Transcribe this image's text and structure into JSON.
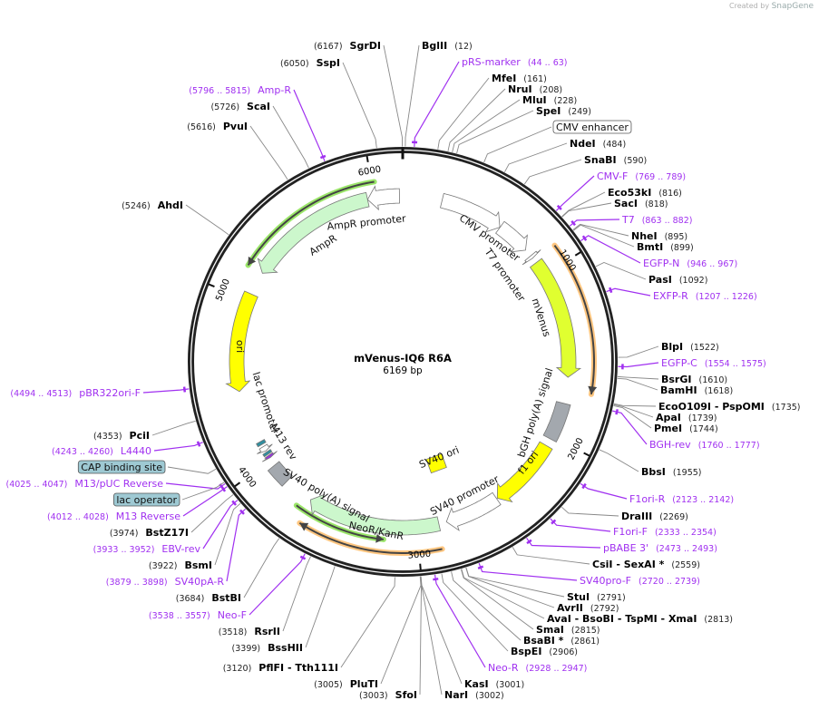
{
  "credit": {
    "prefix": "Created by",
    "brand": "SnapGene"
  },
  "map": {
    "title": "mVenus-IQ6 R6A",
    "length_label": "6169 bp",
    "length": 6169
  },
  "ticks": [
    {
      "pos": 1000,
      "label": "1000"
    },
    {
      "pos": 2000,
      "label": "2000"
    },
    {
      "pos": 3000,
      "label": "3000"
    },
    {
      "pos": 4000,
      "label": "4000"
    },
    {
      "pos": 5000,
      "label": "5000"
    },
    {
      "pos": 6000,
      "label": "6000"
    }
  ],
  "colors": {
    "primer": "#a030f0",
    "ring": "#222222",
    "orf_green": "#9be66a",
    "orf_orange": "#ffc680"
  },
  "features": [
    {
      "name": "CMV enhancer",
      "start": 235,
      "end": 614,
      "dir": "cw",
      "shape": "arrow",
      "color": "#ffffff",
      "label": ""
    },
    {
      "name": "CMV promoter",
      "start": 615,
      "end": 818,
      "dir": "cw",
      "shape": "arrow",
      "color": "#ffffff",
      "label": "CMV promoter"
    },
    {
      "name": "T7 promoter",
      "start": 863,
      "end": 881,
      "dir": "cw",
      "shape": "arrow",
      "color": "#ffffff",
      "label": "T7 promoter"
    },
    {
      "name": "mVenus",
      "start": 915,
      "end": 1634,
      "dir": "cw",
      "shape": "arrow",
      "color": "#e0ff30",
      "label": "mVenus"
    },
    {
      "name": "bGH poly(A) signal",
      "start": 1790,
      "end": 2015,
      "dir": "none",
      "shape": "box",
      "color": "#a3a8ae",
      "label": "bGH poly(A) signal"
    },
    {
      "name": "f1 ori",
      "start": 2061,
      "end": 2489,
      "dir": "cw",
      "shape": "arrow",
      "color": "#ffff00",
      "label": "f1 ori"
    },
    {
      "name": "SV40 promoter",
      "start": 2494,
      "end": 2823,
      "dir": "cw",
      "shape": "arrow",
      "color": "#ffffff",
      "label": "SV40 promoter"
    },
    {
      "name": "SV40 ori",
      "start": 2740,
      "end": 2800,
      "dir": "none",
      "shape": "inner-box",
      "color": "#ffff00",
      "label": "SV40 ori"
    },
    {
      "name": "NeoR/KanR",
      "start": 2869,
      "end": 3663,
      "dir": "cw",
      "shape": "arrow",
      "color": "#ccf7cc",
      "label": "NeoR/KanR"
    },
    {
      "name": "SV40 poly(A) signal",
      "start": 3840,
      "end": 3960,
      "dir": "none",
      "shape": "box",
      "color": "#a3a8ae",
      "label": "SV40 poly(A) signal"
    },
    {
      "name": "M13 rev",
      "start": 4012,
      "end": 4028,
      "dir": "ccw",
      "shape": "arrow",
      "color": "#9933dd",
      "label": "M13 rev"
    },
    {
      "name": "lac operator",
      "start": 4036,
      "end": 4052,
      "dir": "none",
      "shape": "box",
      "color": "#2f8fa0",
      "label": ""
    },
    {
      "name": "lac promoter",
      "start": 4060,
      "end": 4090,
      "dir": "ccw",
      "shape": "arrow",
      "color": "#ffffff",
      "label": "lac promoter"
    },
    {
      "name": "CAP binding site",
      "start": 4105,
      "end": 4125,
      "dir": "none",
      "shape": "box",
      "color": "#2f8fa0",
      "label": ""
    },
    {
      "name": "ori",
      "start": 4450,
      "end": 5040,
      "dir": "ccw",
      "shape": "arrow",
      "color": "#ffff00",
      "label": "ori"
    },
    {
      "name": "AmpR",
      "start": 5180,
      "end": 5960,
      "dir": "ccw",
      "shape": "arrow",
      "color": "#ccf7cc",
      "label": "AmpR"
    },
    {
      "name": "AmpR promoter",
      "start": 5960,
      "end": 6150,
      "dir": "ccw",
      "shape": "arrow",
      "color": "#ffffff",
      "label": "AmpR promoter"
    }
  ],
  "orfs": [
    {
      "start": 5175,
      "end": 6015,
      "dir": "ccw",
      "color": "green"
    },
    {
      "start": 900,
      "end": 1710,
      "dir": "cw",
      "color": "orange"
    },
    {
      "start": 3190,
      "end": 3710,
      "dir": "ccw",
      "color": "green"
    },
    {
      "start": 2880,
      "end": 3643,
      "dir": "cw",
      "color": "orange"
    }
  ],
  "sites": [
    {
      "type": "enzyme",
      "name": "SgrDI",
      "pos": "6167",
      "bp": 6167
    },
    {
      "type": "enzyme",
      "name": "SspI",
      "pos": "6050",
      "bp": 6050
    },
    {
      "type": "primer",
      "name": "Amp-R",
      "pos": "5796 .. 5815",
      "bp": 5805
    },
    {
      "type": "enzyme",
      "name": "ScaI",
      "pos": "5726",
      "bp": 5726
    },
    {
      "type": "enzyme",
      "name": "PvuI",
      "pos": "5616",
      "bp": 5616
    },
    {
      "type": "enzyme",
      "name": "AhdI",
      "pos": "5246",
      "bp": 5246
    },
    {
      "type": "primer",
      "name": "pBR322ori-F",
      "pos": "4494 .. 4513",
      "bp": 4503
    },
    {
      "type": "enzyme",
      "name": "PciI",
      "pos": "4353",
      "bp": 4353
    },
    {
      "type": "primer",
      "name": "L4440",
      "pos": "4243 .. 4260",
      "bp": 4251
    },
    {
      "type": "box",
      "name": "CAP binding site",
      "bp": 4115
    },
    {
      "type": "primer",
      "name": "M13/pUC Reverse",
      "pos": "4025 .. 4047",
      "bp": 4036
    },
    {
      "type": "box",
      "name": "lac operator",
      "bp": 4044
    },
    {
      "type": "primer",
      "name": "M13 Reverse",
      "pos": "4012 .. 4028",
      "bp": 4020
    },
    {
      "type": "enzyme",
      "name": "BstZ17I",
      "pos": "3974",
      "bp": 3974
    },
    {
      "type": "primer",
      "name": "EBV-rev",
      "pos": "3933 .. 3952",
      "bp": 3942
    },
    {
      "type": "enzyme",
      "name": "BsmI",
      "pos": "3922",
      "bp": 3922
    },
    {
      "type": "primer",
      "name": "SV40pA-R",
      "pos": "3879 .. 3898",
      "bp": 3888
    },
    {
      "type": "enzyme",
      "name": "BstBI",
      "pos": "3684",
      "bp": 3684
    },
    {
      "type": "primer",
      "name": "Neo-F",
      "pos": "3538 .. 3557",
      "bp": 3547
    },
    {
      "type": "enzyme",
      "name": "RsrII",
      "pos": "3518",
      "bp": 3518
    },
    {
      "type": "enzyme",
      "name": "BssHII",
      "pos": "3399",
      "bp": 3399
    },
    {
      "type": "enzyme",
      "name": "PflFI  -  Tth111I",
      "pos": "3120",
      "bp": 3120
    },
    {
      "type": "enzyme",
      "name": "PluTI",
      "pos": "3005",
      "bp": 3005
    },
    {
      "type": "enzyme",
      "name": "SfoI",
      "pos": "3003",
      "bp": 3003
    },
    {
      "type": "enzyme",
      "name": "BglII",
      "pos": "12",
      "bp": 12
    },
    {
      "type": "primer",
      "name": "pRS-marker",
      "pos": "44 .. 63",
      "bp": 53
    },
    {
      "type": "enzyme",
      "name": "MfeI",
      "pos": "161",
      "bp": 161
    },
    {
      "type": "enzyme",
      "name": "NruI",
      "pos": "208",
      "bp": 208
    },
    {
      "type": "enzyme",
      "name": "MluI",
      "pos": "228",
      "bp": 228
    },
    {
      "type": "enzyme",
      "name": "SpeI",
      "pos": "249",
      "bp": 249
    },
    {
      "type": "box",
      "name": "CMV enhancer",
      "bp": 380
    },
    {
      "type": "enzyme",
      "name": "NdeI",
      "pos": "484",
      "bp": 484
    },
    {
      "type": "enzyme",
      "name": "SnaBI",
      "pos": "590",
      "bp": 590
    },
    {
      "type": "primer",
      "name": "CMV-F",
      "pos": "769 .. 789",
      "bp": 779
    },
    {
      "type": "enzyme",
      "name": "Eco53kI",
      "pos": "816",
      "bp": 816
    },
    {
      "type": "enzyme",
      "name": "SacI",
      "pos": "818",
      "bp": 818
    },
    {
      "type": "primer",
      "name": "T7",
      "pos": "863 .. 882",
      "bp": 872
    },
    {
      "type": "enzyme",
      "name": "NheI",
      "pos": "895",
      "bp": 895
    },
    {
      "type": "enzyme",
      "name": "BmtI",
      "pos": "899",
      "bp": 899
    },
    {
      "type": "primer",
      "name": "EGFP-N",
      "pos": "946 .. 967",
      "bp": 956
    },
    {
      "type": "enzyme",
      "name": "PasI",
      "pos": "1092",
      "bp": 1092
    },
    {
      "type": "primer",
      "name": "EXFP-R",
      "pos": "1207 .. 1226",
      "bp": 1216
    },
    {
      "type": "enzyme",
      "name": "BlpI",
      "pos": "1522",
      "bp": 1522
    },
    {
      "type": "primer",
      "name": "EGFP-C",
      "pos": "1554 .. 1575",
      "bp": 1564
    },
    {
      "type": "enzyme",
      "name": "BsrGI",
      "pos": "1610",
      "bp": 1610
    },
    {
      "type": "enzyme",
      "name": "BamHI",
      "pos": "1618",
      "bp": 1618
    },
    {
      "type": "enzyme",
      "name": "EcoO109I   -  PspOMI",
      "pos": "1735",
      "bp": 1735
    },
    {
      "type": "enzyme",
      "name": "ApaI",
      "pos": "1739",
      "bp": 1739
    },
    {
      "type": "enzyme",
      "name": "PmeI",
      "pos": "1744",
      "bp": 1744
    },
    {
      "type": "primer",
      "name": "BGH-rev",
      "pos": "1760 .. 1777",
      "bp": 1768
    },
    {
      "type": "enzyme",
      "name": "BbsI",
      "pos": "1955",
      "bp": 1955
    },
    {
      "type": "primer",
      "name": "F1ori-R",
      "pos": "2123 .. 2142",
      "bp": 2132
    },
    {
      "type": "enzyme",
      "name": "DraIII",
      "pos": "2269",
      "bp": 2269
    },
    {
      "type": "primer",
      "name": "F1ori-F",
      "pos": "2333 .. 2354",
      "bp": 2343
    },
    {
      "type": "primer",
      "name": "pBABE 3'",
      "pos": "2473 .. 2493",
      "bp": 2483
    },
    {
      "type": "enzyme",
      "name": "CsiI  -  SexAI *",
      "pos": "2559",
      "bp": 2559
    },
    {
      "type": "primer",
      "name": "SV40pro-F",
      "pos": "2720 .. 2739",
      "bp": 2729
    },
    {
      "type": "enzyme",
      "name": "StuI",
      "pos": "2791",
      "bp": 2791
    },
    {
      "type": "enzyme",
      "name": "AvrII",
      "pos": "2792",
      "bp": 2792
    },
    {
      "type": "enzyme",
      "name": "AvaI  -  BsoBI  -  TspMI  -  XmaI",
      "pos": "2813",
      "bp": 2813
    },
    {
      "type": "enzyme",
      "name": "SmaI",
      "pos": "2815",
      "bp": 2815
    },
    {
      "type": "enzyme",
      "name": "BsaBI *",
      "pos": "2861",
      "bp": 2861
    },
    {
      "type": "enzyme",
      "name": "BspEI",
      "pos": "2906",
      "bp": 2906
    },
    {
      "type": "primer",
      "name": "Neo-R",
      "pos": "2928 .. 2947",
      "bp": 2937
    },
    {
      "type": "enzyme",
      "name": "KasI",
      "pos": "3001",
      "bp": 3001
    },
    {
      "type": "enzyme",
      "name": "NarI",
      "pos": "3002",
      "bp": 3002
    }
  ]
}
